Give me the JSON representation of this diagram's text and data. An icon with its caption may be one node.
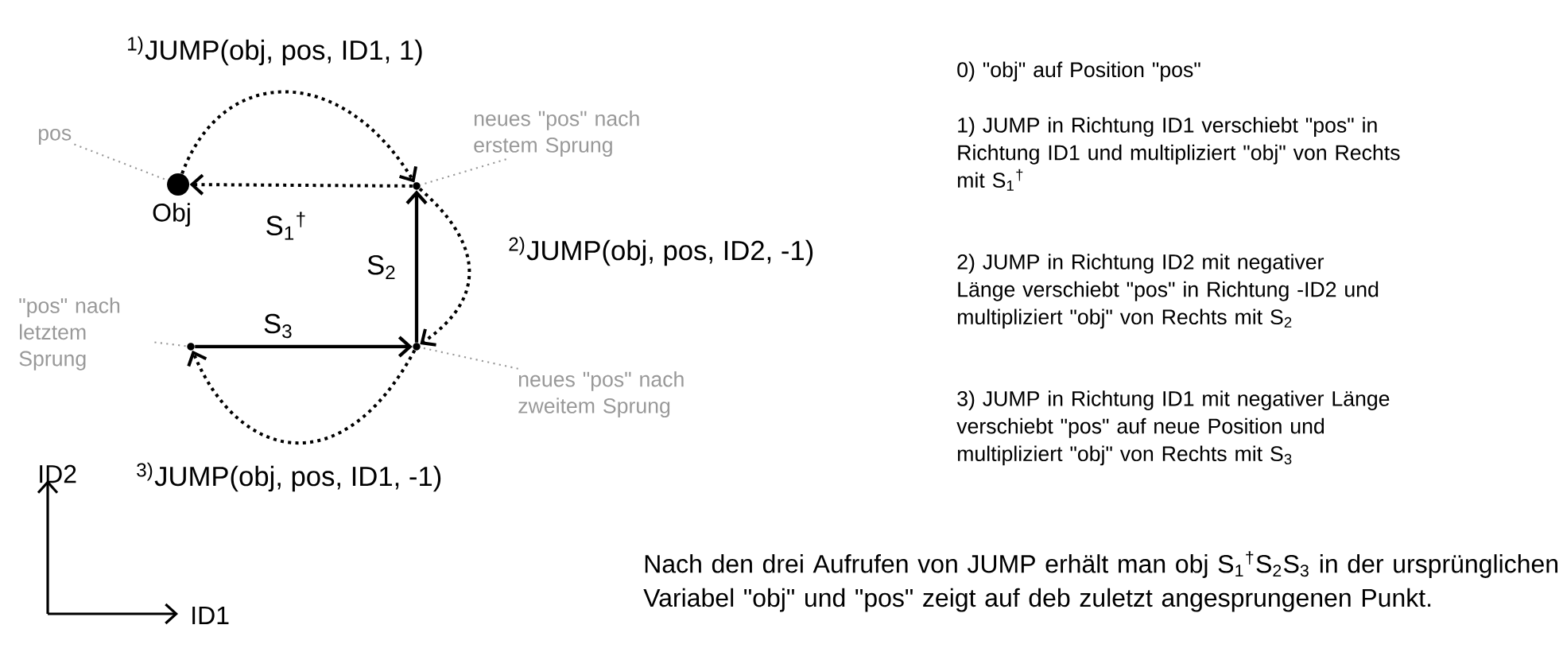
{
  "diagram": {
    "nodes": [
      {
        "text": [],
        "shape": "circle",
        "beside": [
          "Obj"
        ]
      },
      {
        "text": [],
        "shape": "point"
      },
      {
        "text": [],
        "shape": "point"
      },
      {
        "text": [],
        "shape": "point"
      },
      {
        "text": [
          "pos"
        ]
      },
      {
        "text": [
          "neues \"pos\" nach erstem Sprung"
        ]
      },
      {
        "text": [
          "\"pos\" nach letztem Sprung"
        ]
      },
      {
        "text": [
          "neues \"pos\" nach zweitem Sprung"
        ]
      }
    ],
    "edges": [
      {
        "from": 0,
        "to": 1,
        "arrow": "to",
        "style": "dashed",
        "label": "$^{1)}$JUMP(obj, pos, ID1, 1)"
      },
      {
        "from": 1,
        "to": 0,
        "arrow": "to",
        "style": "dashed",
        "label": "S$_{1}$$^{†}$"
      },
      {
        "from": 2,
        "to": 1,
        "arrow": "to",
        "label": "S$_{2}$"
      },
      {
        "from": 3,
        "to": 2,
        "arrow": "to",
        "label": "S$_{3}$"
      },
      {
        "from": 1,
        "to": 2,
        "arrow": "to",
        "style": "dashed",
        "label": "$^{2)}$JUMP(obj, pos, ID2, -1)"
      },
      {
        "from": 2,
        "to": 3,
        "arrow": "to",
        "style": "dashed",
        "label": "$^{3)}$JUMP(obj, pos, ID1, -1)"
      },
      {
        "from": 4,
        "to": 0,
        "arrow": "none",
        "style": "dashed",
        "color": "#999999"
      },
      {
        "from": 5,
        "to": 1,
        "arrow": "none",
        "style": "dashed",
        "color": "#999999"
      },
      {
        "from": 6,
        "to": 3,
        "arrow": "none",
        "style": "dashed",
        "color": "#999999"
      },
      {
        "from": 7,
        "to": 2,
        "arrow": "none",
        "style": "dashed",
        "color": "#999999"
      }
    ],
    "labels": [
      "0) \"obj\" auf Position \"pos\"",
      "1) JUMP in Richtung ID1 verschiebt \"pos\" in Richtung ID1 und multipliziert \"obj\" von Rechts mit S$_{1}$$^{†}$",
      "2) JUMP in Richtung ID2 mit negativer Länge verschiebt \"pos\" in Richtung -ID2 und multipliziert \"obj\" von Rechts mit S$_{2}$",
      "3) JUMP in Richtung ID1 mit negativer Länge verschiebt \"pos\" auf neue Position und multipliziert \"obj\" von Rechts mit S$_{3}$",
      "ID2",
      "ID1",
      "Nach den drei Aufrufen von JUMP erhält man obj S$_{1}$$^{†}$S$_{2}$S$_{3}$ in der ursprünglichen Variabel \"obj\" und \"pos\" zeigt auf deb zuletzt angesprungenen Punkt."
    ]
  }
}
